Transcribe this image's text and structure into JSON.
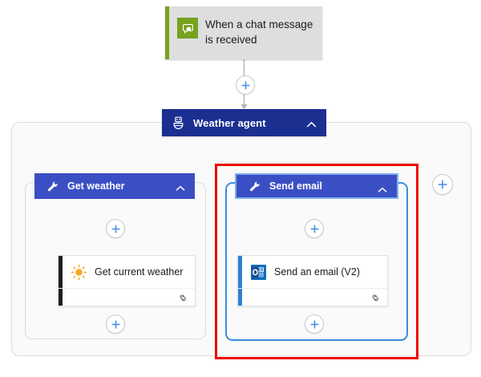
{
  "diagram": {
    "type": "workflow-designer-canvas",
    "accent_blue": "#3b4fc4",
    "agent_blue": "#1b2f91",
    "trigger_green": "#76a21e",
    "selection_blue": "#3a8dde",
    "annotation_red": "#ee0000",
    "canvas_bg": "#ffffff",
    "group_bg": "#fafafa"
  },
  "trigger": {
    "title_line1": "When a chat message",
    "title_line2": "is received",
    "icon": "chat-bubble-icon",
    "stripe_color": "#76a21e"
  },
  "agent": {
    "label": "Weather agent",
    "icon": "agent-robot-icon",
    "chevron": "chevron-up-icon",
    "expanded": true
  },
  "tools": [
    {
      "id": "get-weather",
      "label": "Get weather",
      "icon": "wrench-icon",
      "chevron": "chevron-up-icon",
      "selected": false,
      "action": {
        "title": "Get current weather",
        "icon": "sun-icon",
        "stripe_color": "#1f1f1f",
        "connector_icon": "link-icon"
      }
    },
    {
      "id": "send-email",
      "label": "Send email",
      "icon": "wrench-icon",
      "chevron": "chevron-up-icon",
      "selected": true,
      "action": {
        "title": "Send an email (V2)",
        "icon": "outlook-icon",
        "stripe_color": "#2f7fd1",
        "connector_icon": "link-icon"
      }
    }
  ],
  "plus_buttons": [
    {
      "id": "plus-trigger-to-agent",
      "label": "+"
    },
    {
      "id": "plus-get-weather-before",
      "label": "+"
    },
    {
      "id": "plus-get-weather-after",
      "label": "+"
    },
    {
      "id": "plus-send-email-before",
      "label": "+"
    },
    {
      "id": "plus-send-email-after",
      "label": "+"
    },
    {
      "id": "plus-add-tool",
      "label": "+"
    }
  ],
  "annotation": {
    "shape": "rectangle",
    "color": "#ee0000",
    "target": "send-email"
  }
}
